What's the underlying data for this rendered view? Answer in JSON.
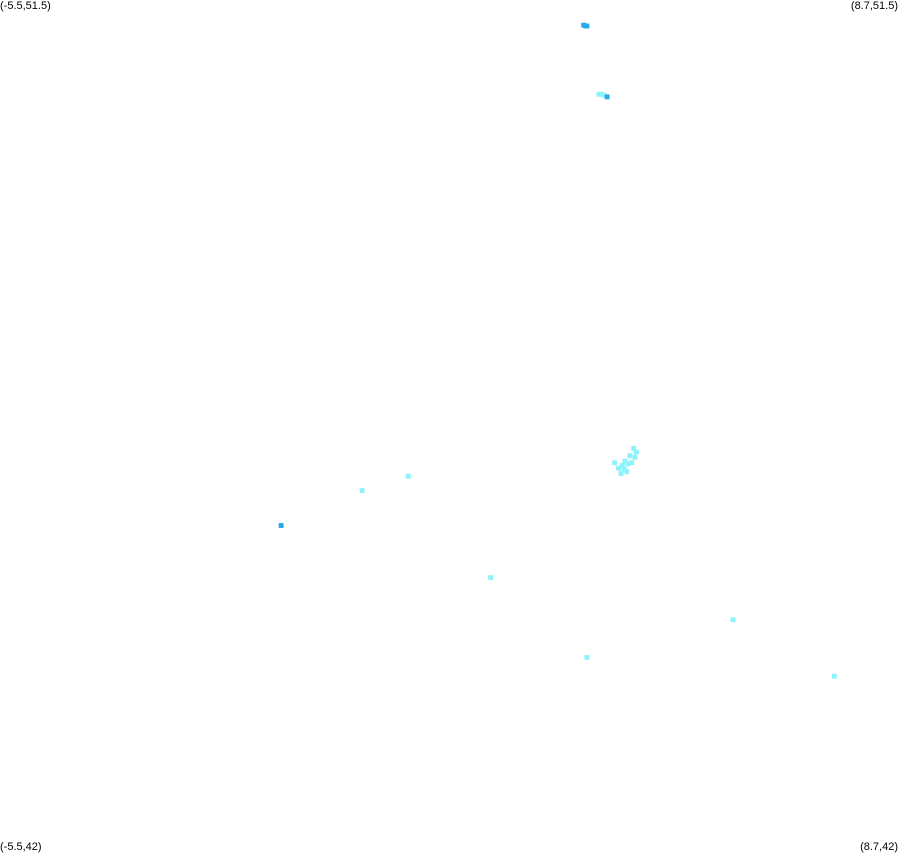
{
  "corners": {
    "top_left": "(-5.5,51.5)",
    "top_right": "(8.7,51.5)",
    "bottom_left": "(-5.5,42)",
    "bottom_right": "(8.7,42)"
  },
  "bounds": {
    "lon_min": -5.5,
    "lon_max": 8.7,
    "lat_min": 42,
    "lat_max": 51.5
  },
  "colors": {
    "dark": "#29a9ec",
    "light": "#8ef2fb",
    "background": "#ffffff"
  },
  "points": [
    {
      "lon": 3.72,
      "lat": 51.22,
      "tone": "dark"
    },
    {
      "lon": 3.75,
      "lat": 51.21,
      "tone": "dark"
    },
    {
      "lon": 3.77,
      "lat": 51.21,
      "tone": "dark"
    },
    {
      "lon": 3.96,
      "lat": 50.45,
      "tone": "light"
    },
    {
      "lon": 4.0,
      "lat": 50.45,
      "tone": "light"
    },
    {
      "lon": 4.04,
      "lat": 50.44,
      "tone": "light"
    },
    {
      "lon": 4.09,
      "lat": 50.42,
      "tone": "dark"
    },
    {
      "lon": 4.21,
      "lat": 46.34,
      "tone": "light"
    },
    {
      "lon": 4.27,
      "lat": 46.28,
      "tone": "light"
    },
    {
      "lon": 4.31,
      "lat": 46.22,
      "tone": "light"
    },
    {
      "lon": 4.36,
      "lat": 46.27,
      "tone": "light"
    },
    {
      "lon": 4.42,
      "lat": 46.33,
      "tone": "light"
    },
    {
      "lon": 4.37,
      "lat": 46.36,
      "tone": "light"
    },
    {
      "lon": 4.48,
      "lat": 46.34,
      "tone": "light"
    },
    {
      "lon": 4.53,
      "lat": 46.4,
      "tone": "light"
    },
    {
      "lon": 4.55,
      "lat": 46.46,
      "tone": "light"
    },
    {
      "lon": 4.51,
      "lat": 46.5,
      "tone": "light"
    },
    {
      "lon": 4.45,
      "lat": 46.42,
      "tone": "light"
    },
    {
      "lon": 4.33,
      "lat": 46.31,
      "tone": "light"
    },
    {
      "lon": 4.4,
      "lat": 46.24,
      "tone": "light"
    },
    {
      "lon": 0.95,
      "lat": 46.19,
      "tone": "light"
    },
    {
      "lon": 0.22,
      "lat": 46.03,
      "tone": "light"
    },
    {
      "lon": -1.06,
      "lat": 45.64,
      "tone": "dark"
    },
    {
      "lon": 2.25,
      "lat": 45.06,
      "tone": "light"
    },
    {
      "lon": 6.08,
      "lat": 44.59,
      "tone": "light"
    },
    {
      "lon": 3.77,
      "lat": 44.17,
      "tone": "light"
    },
    {
      "lon": 7.68,
      "lat": 43.96,
      "tone": "light"
    }
  ]
}
